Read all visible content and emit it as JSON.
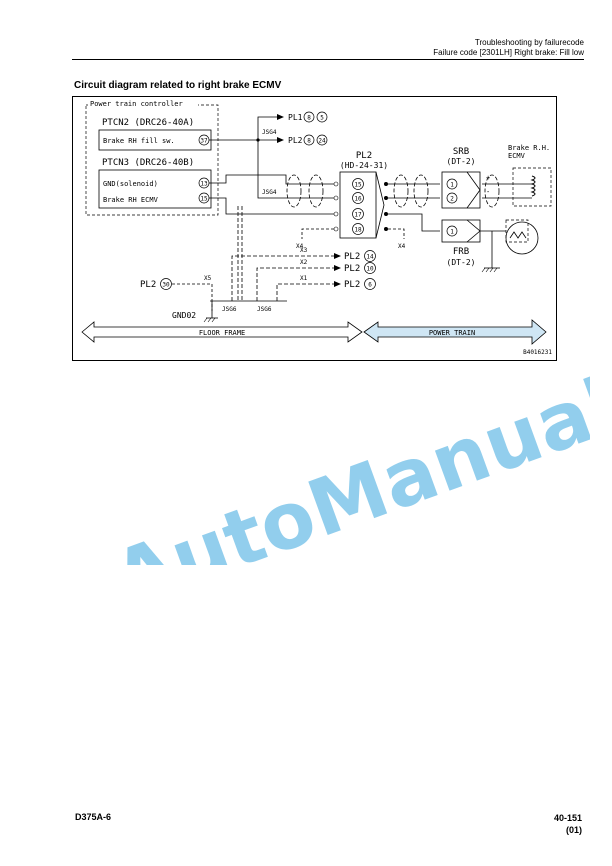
{
  "header": {
    "line1": "Troubleshooting by failurecode",
    "line2": "Failure code [2301LH] Right brake: Fill low"
  },
  "section_title": "Circuit diagram related to right brake ECMV",
  "diagram": {
    "controller_label": "Power train controller",
    "ptcn2": "PTCN2 (DRC26-40A)",
    "brake_fill_sw": "Brake RH fill sw.",
    "ptcn3": "PTCN3 (DRC26-40B)",
    "gnd_solenoid": "GND(solenoid)",
    "brake_ecmv": "Brake RH ECMV",
    "pin37": "37",
    "pin13": "13",
    "pin15": "15",
    "pl1": "PL1",
    "pl1_a": "8",
    "pl1_b": "5",
    "pl2_top": "PL2",
    "pl2_top_a": "8",
    "pl2_top_b": "24",
    "jsg4_top": "JSG4",
    "jsg4_mid": "JSG4",
    "pl2_conn": "PL2",
    "pl2_conn_type": "(HD-24-31)",
    "c15": "15",
    "c16": "16",
    "c17": "17",
    "c18": "18",
    "srb": "SRB",
    "srb_type": "(DT-2)",
    "srb1": "1",
    "srb2": "2",
    "plus": "+",
    "minus": "-",
    "brake_rh": "Brake R.H.",
    "ecmv": "ECMV",
    "frb": "FRB",
    "frb_type": "(DT-2)",
    "frb1": "1",
    "x4a": "X4",
    "x4b": "X4",
    "x3": "X3",
    "x2": "X2",
    "x1": "X1",
    "x5": "X5",
    "pl2_14": "PL2",
    "n14": "14",
    "pl2_10": "PL2",
    "n10": "10",
    "pl2_6": "PL2",
    "n6": "6",
    "pl2_30": "PL2",
    "n30": "30",
    "gnd02": "GND02",
    "jsg6a": "JSG6",
    "jsg6b": "JSG6",
    "floor_frame": "FLOOR FRAME",
    "power_train": "POWER TRAIN",
    "drawing_no": "B4016231"
  },
  "watermark": "AutoManual",
  "footer": {
    "model": "D375A-6",
    "page": "40-151",
    "rev": "(01)"
  },
  "colors": {
    "watermark": "#7fc6ea",
    "arrow_fill": "#cfe6f4"
  }
}
